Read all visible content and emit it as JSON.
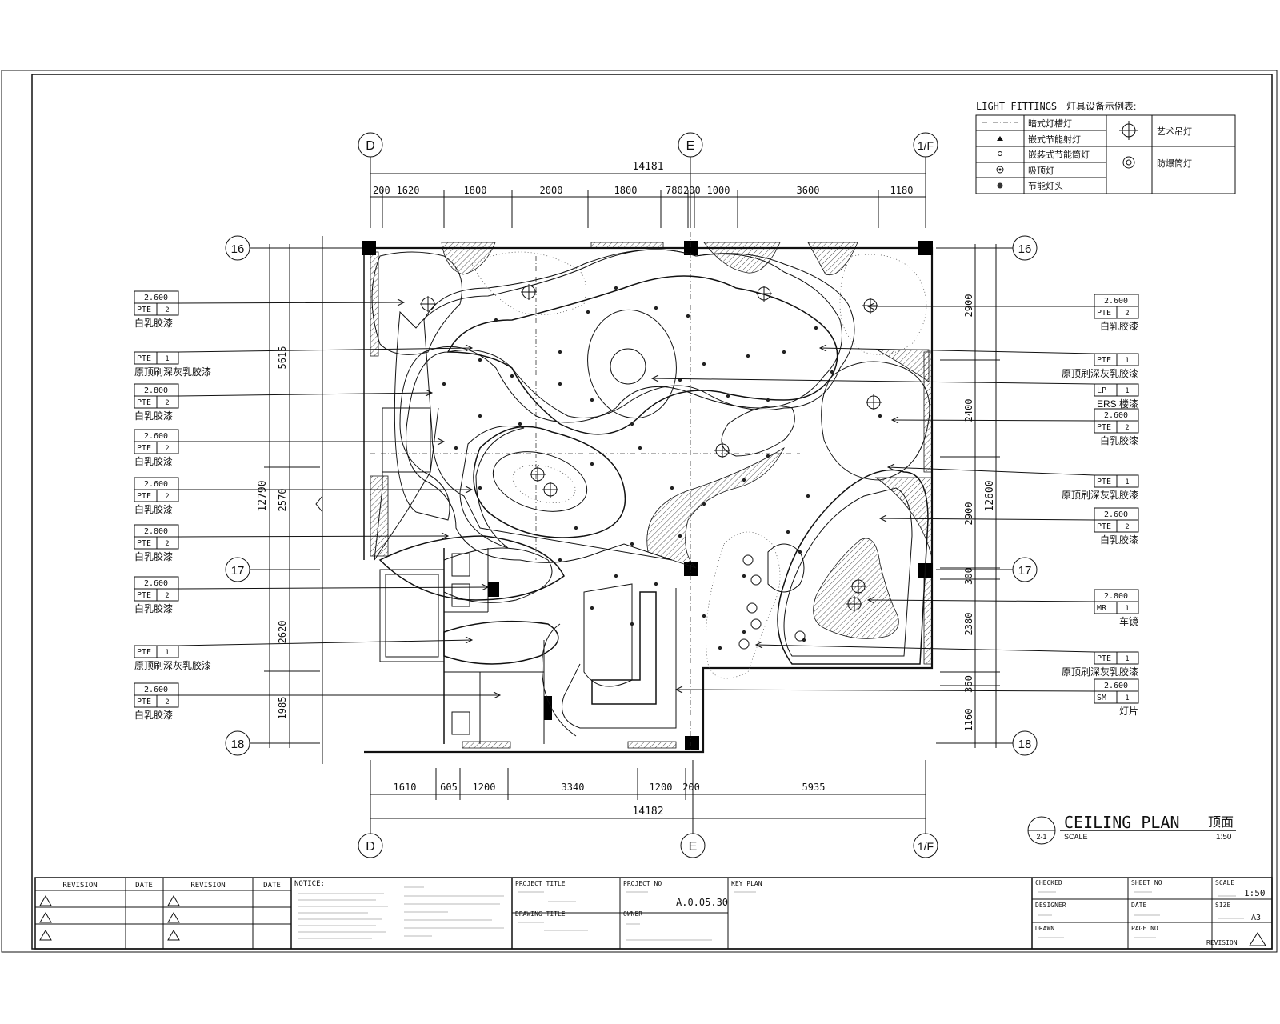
{
  "legend": {
    "title": "LIGHT FITTINGS",
    "title_cn": "灯具设备示例表:",
    "rows": [
      {
        "label": "暗式灯槽灯"
      },
      {
        "label": "嵌式节能射灯"
      },
      {
        "label": "嵌装式节能筒灯"
      },
      {
        "label": "吸顶灯"
      },
      {
        "label": "节能灯头"
      }
    ],
    "right": [
      {
        "label": "艺术吊灯"
      },
      {
        "label": "防爆筒灯"
      }
    ]
  },
  "grid": {
    "top": [
      "D",
      "E",
      "1/F"
    ],
    "bottom": [
      "D",
      "E",
      "1/F"
    ],
    "left": [
      "16",
      "17",
      "18"
    ],
    "right": [
      "16",
      "17",
      "18"
    ]
  },
  "dims_top": {
    "total": "14181",
    "parts": [
      "200",
      "1620",
      "1800",
      "2000",
      "1800",
      "780",
      "200",
      "1000",
      "3600",
      "1180"
    ]
  },
  "dims_bottom": {
    "total": "14182",
    "parts": [
      "1610",
      "605",
      "1200",
      "3340",
      "1200",
      "200",
      "5935"
    ]
  },
  "dims_left": {
    "total": "12790",
    "parts": [
      "5615",
      "2570",
      "2620",
      "1985"
    ]
  },
  "dims_right": {
    "total": "12600",
    "parts": [
      "2900",
      "2400",
      "2900",
      "300",
      "2380",
      "360",
      "1160"
    ]
  },
  "tags_left": [
    {
      "h": "2.600",
      "code": "PTE",
      "n": "2",
      "note": "白乳胶漆"
    },
    {
      "h": "",
      "code": "PTE",
      "n": "1",
      "note": "原顶刷深灰乳胶漆"
    },
    {
      "h": "2.800",
      "code": "PTE",
      "n": "2",
      "note": "白乳胶漆"
    },
    {
      "h": "2.600",
      "code": "PTE",
      "n": "2",
      "note": "白乳胶漆"
    },
    {
      "h": "2.600",
      "code": "PTE",
      "n": "2",
      "note": "白乳胶漆"
    },
    {
      "h": "2.800",
      "code": "PTE",
      "n": "2",
      "note": "白乳胶漆"
    },
    {
      "h": "2.600",
      "code": "PTE",
      "n": "2",
      "note": "白乳胶漆"
    },
    {
      "h": "",
      "code": "PTE",
      "n": "1",
      "note": "原顶刷深灰乳胶漆"
    },
    {
      "h": "2.600",
      "code": "PTE",
      "n": "2",
      "note": "白乳胶漆"
    }
  ],
  "tags_right": [
    {
      "h": "2.600",
      "code": "PTE",
      "n": "2",
      "note": "白乳胶漆"
    },
    {
      "h": "",
      "code": "PTE",
      "n": "1",
      "note": "原顶刷深灰乳胶漆"
    },
    {
      "h": "",
      "code": "LP",
      "n": "1",
      "note": "ERS 楼漆"
    },
    {
      "h": "2.600",
      "code": "PTE",
      "n": "2",
      "note": "白乳胶漆"
    },
    {
      "h": "",
      "code": "PTE",
      "n": "1",
      "note": "原顶刷深灰乳胶漆"
    },
    {
      "h": "2.600",
      "code": "PTE",
      "n": "2",
      "note": "白乳胶漆"
    },
    {
      "h": "2.800",
      "code": "MR",
      "n": "1",
      "note": "车镜"
    },
    {
      "h": "",
      "code": "PTE",
      "n": "1",
      "note": "原顶刷深灰乳胶漆"
    },
    {
      "h": "2.600",
      "code": "SM",
      "n": "1",
      "note": "灯片"
    }
  ],
  "drawing_title": {
    "en": "CEILING PLAN",
    "cn": "顶面",
    "num": "2-1",
    "scale_label": "SCALE",
    "scale": "1:50"
  },
  "title_block": {
    "revision": "REVISION",
    "date": "DATE",
    "notice": "NOTICE:",
    "project_title": "PROJECT TITLE",
    "project_no": "PROJECT NO",
    "project_no_val": "A.0.05.30",
    "drawing_title": "DRAWING TITLE",
    "owner": "OWNER",
    "key_plan": "KEY PLAN",
    "checked": "CHECKED",
    "designer": "DESIGNER",
    "drawn": "DRAWN",
    "sheet_no": "SHEET NO",
    "date2": "DATE",
    "page_no": "PAGE NO",
    "scale": "SCALE",
    "scale_val": "1:50",
    "size": "SIZE",
    "size_val": "A3",
    "revision2": "REVISION"
  }
}
